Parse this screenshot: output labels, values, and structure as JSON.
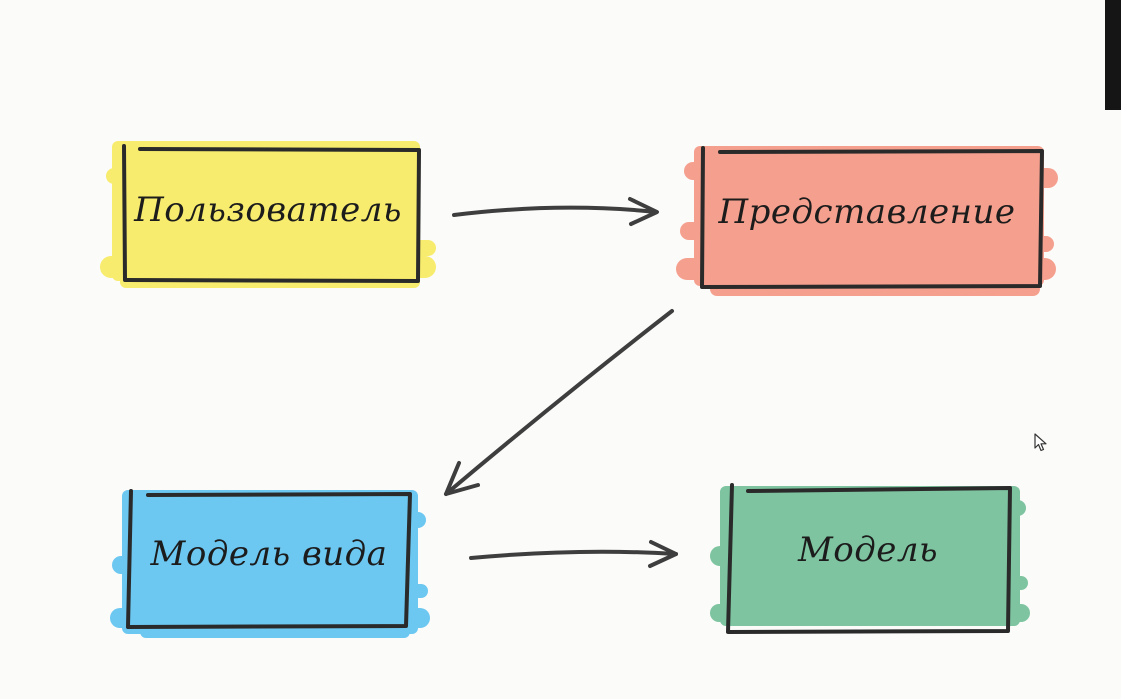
{
  "nodes": [
    {
      "id": "user",
      "label": "Пользователь",
      "color": "#f7ec6e"
    },
    {
      "id": "view",
      "label": "Представление",
      "color": "#f5a08e"
    },
    {
      "id": "viewmodel",
      "label": "Модель вида",
      "color": "#6cc7f1"
    },
    {
      "id": "model",
      "label": "Модель",
      "color": "#7ec4a0"
    }
  ],
  "edges": [
    {
      "from": "user",
      "to": "view"
    },
    {
      "from": "view",
      "to": "viewmodel"
    },
    {
      "from": "viewmodel",
      "to": "model"
    }
  ],
  "colors": {
    "stroke": "#2a2a2a",
    "arrow": "#3e3e3e",
    "background": "#fbfbfa"
  }
}
